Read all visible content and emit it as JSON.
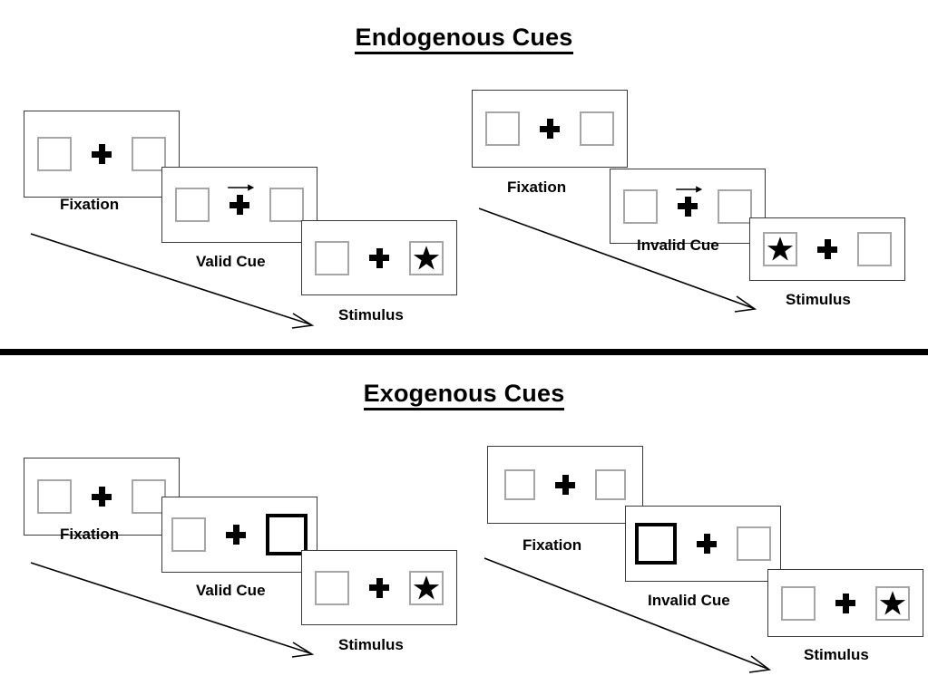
{
  "sections": [
    {
      "id": "endogenous",
      "title": "Endogenous Cues",
      "cue_type": "arrow",
      "groups": [
        {
          "id": "endogenous-valid",
          "condition_label": "Valid Cue",
          "panels": [
            {
              "label": "Fixation",
              "cue": "none",
              "target": "none"
            },
            {
              "label": "Valid Cue",
              "cue": "arrow-right",
              "target": "none"
            },
            {
              "label": "Stimulus",
              "cue": "none",
              "target": "right"
            }
          ]
        },
        {
          "id": "endogenous-invalid",
          "condition_label": "Invalid Cue",
          "panels": [
            {
              "label": "Fixation",
              "cue": "none",
              "target": "none"
            },
            {
              "label": "Invalid Cue",
              "cue": "arrow-right",
              "target": "none"
            },
            {
              "label": "Stimulus",
              "cue": "none",
              "target": "left"
            }
          ]
        }
      ]
    },
    {
      "id": "exogenous",
      "title": "Exogenous Cues",
      "cue_type": "box-highlight",
      "groups": [
        {
          "id": "exogenous-valid",
          "condition_label": "Valid Cue",
          "panels": [
            {
              "label": "Fixation",
              "cue": "none",
              "target": "none"
            },
            {
              "label": "Valid Cue",
              "cue": "box-right",
              "target": "none"
            },
            {
              "label": "Stimulus",
              "cue": "none",
              "target": "right"
            }
          ]
        },
        {
          "id": "exogenous-invalid",
          "condition_label": "Invalid Cue",
          "panels": [
            {
              "label": "Fixation",
              "cue": "none",
              "target": "none"
            },
            {
              "label": "Invalid Cue",
              "cue": "box-left",
              "target": "none"
            },
            {
              "label": "Stimulus",
              "cue": "none",
              "target": "right"
            }
          ]
        }
      ]
    }
  ],
  "labels": {
    "endogenous_title": "Endogenous Cues",
    "exogenous_title": "Exogenous Cues",
    "fixation": "Fixation",
    "valid_cue": "Valid Cue",
    "invalid_cue": "Invalid Cue",
    "stimulus": "Stimulus"
  },
  "colors": {
    "background": "#ffffff",
    "foreground": "#000000",
    "panel_border": "#3a3a3a",
    "box_border": "#a6a6a6",
    "cue_box_border": "#000000",
    "star_fill": "#000000",
    "divider": "#000000"
  }
}
